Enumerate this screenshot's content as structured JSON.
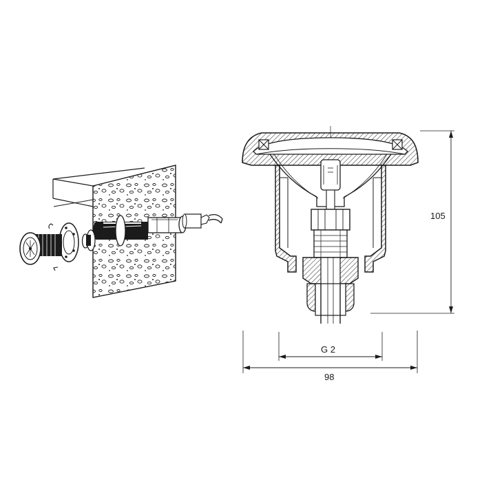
{
  "figure": {
    "dimensions": {
      "height_label": "105",
      "thread_label": "G 2",
      "width_label": "98"
    },
    "colors": {
      "ink": "#1b1b1b",
      "hatch": "#444444",
      "background": "#ffffff"
    }
  }
}
